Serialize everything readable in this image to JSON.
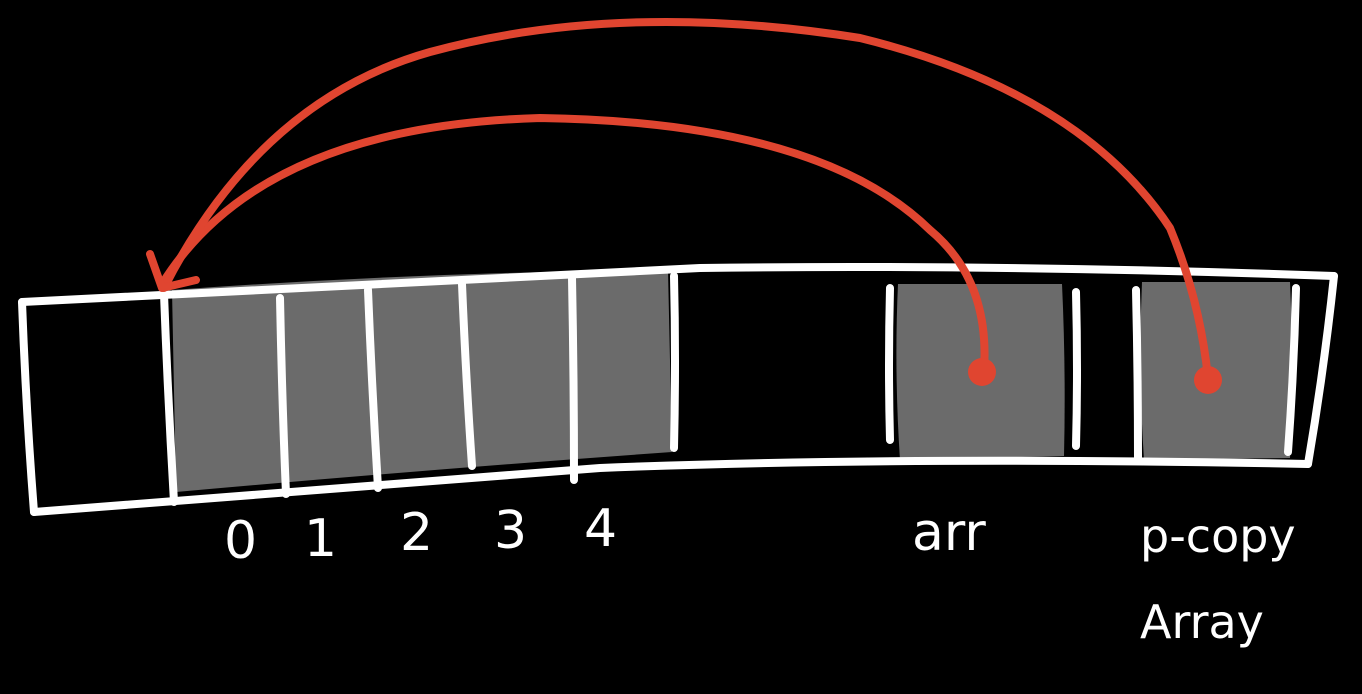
{
  "colors": {
    "background": "#000000",
    "stroke": "#ffffff",
    "fill": "#6b6b6b",
    "pointer": "#e04530"
  },
  "memory": {
    "index_labels": [
      "0",
      "1",
      "2",
      "3",
      "4"
    ],
    "var_arr": "arr",
    "var_copy_line1": "p-copy",
    "var_copy_line2": "Array"
  }
}
